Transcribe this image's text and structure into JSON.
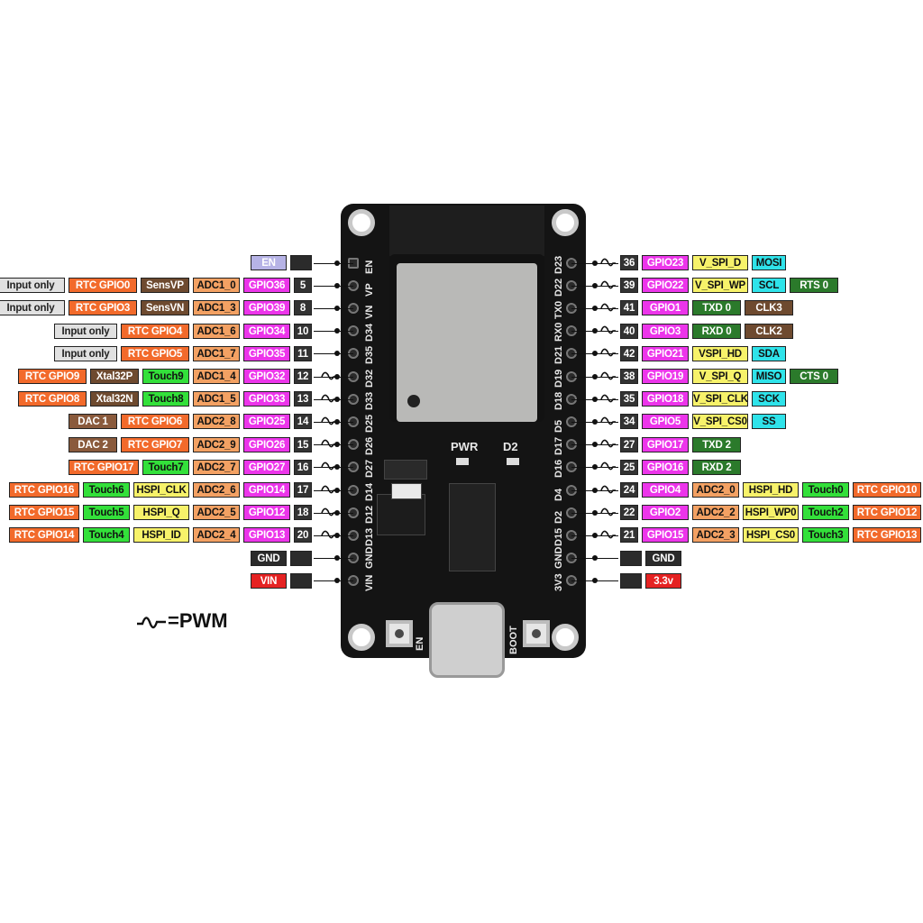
{
  "colors": {
    "gray": "#e1e1e1",
    "orange": "#f26a2b",
    "brown": "#6e4a2f",
    "dacbrown": "#8a5a3c",
    "adc": "#f3a163",
    "gpio": "#ec35ea",
    "num": "#333333",
    "green": "#33e03a",
    "darkgreen": "#2b7a2b",
    "yellow": "#f7f26a",
    "cyan": "#2fe3ea",
    "lav": "#b6b3e6",
    "red": "#e52222",
    "black": "#2b2b2b"
  },
  "legend": {
    "label": "=PWM"
  },
  "board": {
    "silk_left": [
      "EN",
      "VP",
      "VN",
      "D34",
      "D35",
      "D32",
      "D33",
      "D25",
      "D26",
      "D27",
      "D14",
      "D12",
      "D13",
      "GND",
      "VIN"
    ],
    "silk_right": [
      "D23",
      "D22",
      "TX0",
      "RX0",
      "D21",
      "D19",
      "D18",
      "D5",
      "D17",
      "D16",
      "D4",
      "D2",
      "D15",
      "GND",
      "3V3"
    ],
    "pwr": "PWR",
    "d2": "D2",
    "en_btn": "EN",
    "boot_btn": "BOOT"
  },
  "left_rows": [
    {
      "labels": [
        {
          "t": "EN",
          "c": "lav"
        },
        {
          "t": "",
          "c": "black"
        }
      ],
      "pwm": false
    },
    {
      "labels": [
        {
          "t": "Input only",
          "c": "gray"
        },
        {
          "t": "RTC GPIO0",
          "c": "orange"
        },
        {
          "t": "SensVP",
          "c": "brown"
        },
        {
          "t": "ADC1_0",
          "c": "adc"
        },
        {
          "t": "GPIO36",
          "c": "gpio"
        },
        {
          "t": "5",
          "c": "num"
        }
      ],
      "pwm": false
    },
    {
      "labels": [
        {
          "t": "Input only",
          "c": "gray"
        },
        {
          "t": "RTC GPIO3",
          "c": "orange"
        },
        {
          "t": "SensVN",
          "c": "brown"
        },
        {
          "t": "ADC1_3",
          "c": "adc"
        },
        {
          "t": "GPIO39",
          "c": "gpio"
        },
        {
          "t": "8",
          "c": "num"
        }
      ],
      "pwm": false
    },
    {
      "labels": [
        {
          "t": "Input only",
          "c": "gray"
        },
        {
          "t": "RTC GPIO4",
          "c": "orange"
        },
        {
          "t": "ADC1_6",
          "c": "adc"
        },
        {
          "t": "GPIO34",
          "c": "gpio"
        },
        {
          "t": "10",
          "c": "num"
        }
      ],
      "pwm": false
    },
    {
      "labels": [
        {
          "t": "Input only",
          "c": "gray"
        },
        {
          "t": "RTC GPIO5",
          "c": "orange"
        },
        {
          "t": "ADC1_7",
          "c": "adc"
        },
        {
          "t": "GPIO35",
          "c": "gpio"
        },
        {
          "t": "11",
          "c": "num"
        }
      ],
      "pwm": false
    },
    {
      "labels": [
        {
          "t": "RTC GPIO9",
          "c": "orange"
        },
        {
          "t": "Xtal32P",
          "c": "brown"
        },
        {
          "t": "Touch9",
          "c": "green"
        },
        {
          "t": "ADC1_4",
          "c": "adc"
        },
        {
          "t": "GPIO32",
          "c": "gpio"
        },
        {
          "t": "12",
          "c": "num"
        }
      ],
      "pwm": true
    },
    {
      "labels": [
        {
          "t": "RTC GPIO8",
          "c": "orange"
        },
        {
          "t": "Xtal32N",
          "c": "brown"
        },
        {
          "t": "Touch8",
          "c": "green"
        },
        {
          "t": "ADC1_5",
          "c": "adc"
        },
        {
          "t": "GPIO33",
          "c": "gpio"
        },
        {
          "t": "13",
          "c": "num"
        }
      ],
      "pwm": true
    },
    {
      "labels": [
        {
          "t": "DAC 1",
          "c": "dacbrown"
        },
        {
          "t": "RTC GPIO6",
          "c": "orange"
        },
        {
          "t": "ADC2_8",
          "c": "adc"
        },
        {
          "t": "GPIO25",
          "c": "gpio"
        },
        {
          "t": "14",
          "c": "num"
        }
      ],
      "pwm": true
    },
    {
      "labels": [
        {
          "t": "DAC 2",
          "c": "dacbrown"
        },
        {
          "t": "RTC GPIO7",
          "c": "orange"
        },
        {
          "t": "ADC2_9",
          "c": "adc"
        },
        {
          "t": "GPIO26",
          "c": "gpio"
        },
        {
          "t": "15",
          "c": "num"
        }
      ],
      "pwm": true
    },
    {
      "labels": [
        {
          "t": "RTC GPIO17",
          "c": "orange"
        },
        {
          "t": "Touch7",
          "c": "green"
        },
        {
          "t": "ADC2_7",
          "c": "adc"
        },
        {
          "t": "GPIO27",
          "c": "gpio"
        },
        {
          "t": "16",
          "c": "num"
        }
      ],
      "pwm": true
    },
    {
      "labels": [
        {
          "t": "RTC GPIO16",
          "c": "orange"
        },
        {
          "t": "Touch6",
          "c": "green"
        },
        {
          "t": "HSPI_CLK",
          "c": "yellow"
        },
        {
          "t": "ADC2_6",
          "c": "adc"
        },
        {
          "t": "GPIO14",
          "c": "gpio"
        },
        {
          "t": "17",
          "c": "num"
        }
      ],
      "pwm": true
    },
    {
      "labels": [
        {
          "t": "RTC GPIO15",
          "c": "orange"
        },
        {
          "t": "Touch5",
          "c": "green"
        },
        {
          "t": "HSPI_Q",
          "c": "yellow"
        },
        {
          "t": "ADC2_5",
          "c": "adc"
        },
        {
          "t": "GPIO12",
          "c": "gpio"
        },
        {
          "t": "18",
          "c": "num"
        }
      ],
      "pwm": true
    },
    {
      "labels": [
        {
          "t": "RTC GPIO14",
          "c": "orange"
        },
        {
          "t": "Touch4",
          "c": "green"
        },
        {
          "t": "HSPI_ID",
          "c": "yellow"
        },
        {
          "t": "ADC2_4",
          "c": "adc"
        },
        {
          "t": "GPIO13",
          "c": "gpio"
        },
        {
          "t": "20",
          "c": "num"
        }
      ],
      "pwm": true
    },
    {
      "labels": [
        {
          "t": "GND",
          "c": "black"
        },
        {
          "t": "",
          "c": "black"
        }
      ],
      "pwm": false
    },
    {
      "labels": [
        {
          "t": "VIN",
          "c": "red"
        },
        {
          "t": "",
          "c": "black"
        }
      ],
      "pwm": false
    }
  ],
  "right_rows": [
    {
      "labels": [
        {
          "t": "36",
          "c": "num"
        },
        {
          "t": "GPIO23",
          "c": "gpio"
        },
        {
          "t": "V_SPI_D",
          "c": "yellow"
        },
        {
          "t": "MOSI",
          "c": "cyan"
        }
      ],
      "pwm": true
    },
    {
      "labels": [
        {
          "t": "39",
          "c": "num"
        },
        {
          "t": "GPIO22",
          "c": "gpio"
        },
        {
          "t": "V_SPI_WP",
          "c": "yellow"
        },
        {
          "t": "SCL",
          "c": "cyan"
        },
        {
          "t": "RTS 0",
          "c": "darkgreen"
        }
      ],
      "pwm": true
    },
    {
      "labels": [
        {
          "t": "41",
          "c": "num"
        },
        {
          "t": "GPIO1",
          "c": "gpio"
        },
        {
          "t": "TXD 0",
          "c": "darkgreen"
        },
        {
          "t": "CLK3",
          "c": "brown"
        }
      ],
      "pwm": true
    },
    {
      "labels": [
        {
          "t": "40",
          "c": "num"
        },
        {
          "t": "GPIO3",
          "c": "gpio"
        },
        {
          "t": "RXD 0",
          "c": "darkgreen"
        },
        {
          "t": "CLK2",
          "c": "brown"
        }
      ],
      "pwm": true
    },
    {
      "labels": [
        {
          "t": "42",
          "c": "num"
        },
        {
          "t": "GPIO21",
          "c": "gpio"
        },
        {
          "t": "VSPI_HD",
          "c": "yellow"
        },
        {
          "t": "SDA",
          "c": "cyan"
        }
      ],
      "pwm": true
    },
    {
      "labels": [
        {
          "t": "38",
          "c": "num"
        },
        {
          "t": "GPIO19",
          "c": "gpio"
        },
        {
          "t": "V_SPI_Q",
          "c": "yellow"
        },
        {
          "t": "MISO",
          "c": "cyan"
        },
        {
          "t": "CTS 0",
          "c": "darkgreen"
        }
      ],
      "pwm": true
    },
    {
      "labels": [
        {
          "t": "35",
          "c": "num"
        },
        {
          "t": "GPIO18",
          "c": "gpio"
        },
        {
          "t": "V_SPI_CLK",
          "c": "yellow"
        },
        {
          "t": "SCK",
          "c": "cyan"
        }
      ],
      "pwm": true
    },
    {
      "labels": [
        {
          "t": "34",
          "c": "num"
        },
        {
          "t": "GPIO5",
          "c": "gpio"
        },
        {
          "t": "V_SPI_CS0",
          "c": "yellow"
        },
        {
          "t": "SS",
          "c": "cyan"
        }
      ],
      "pwm": true
    },
    {
      "labels": [
        {
          "t": "27",
          "c": "num"
        },
        {
          "t": "GPIO17",
          "c": "gpio"
        },
        {
          "t": "TXD 2",
          "c": "darkgreen"
        }
      ],
      "pwm": true
    },
    {
      "labels": [
        {
          "t": "25",
          "c": "num"
        },
        {
          "t": "GPIO16",
          "c": "gpio"
        },
        {
          "t": "RXD 2",
          "c": "darkgreen"
        }
      ],
      "pwm": true
    },
    {
      "labels": [
        {
          "t": "24",
          "c": "num"
        },
        {
          "t": "GPIO4",
          "c": "gpio"
        },
        {
          "t": "ADC2_0",
          "c": "adc"
        },
        {
          "t": "HSPI_HD",
          "c": "yellow"
        },
        {
          "t": "Touch0",
          "c": "green"
        },
        {
          "t": "RTC GPIO10",
          "c": "orange"
        }
      ],
      "pwm": true
    },
    {
      "labels": [
        {
          "t": "22",
          "c": "num"
        },
        {
          "t": "GPIO2",
          "c": "gpio"
        },
        {
          "t": "ADC2_2",
          "c": "adc"
        },
        {
          "t": "HSPI_WP0",
          "c": "yellow"
        },
        {
          "t": "Touch2",
          "c": "green"
        },
        {
          "t": "RTC GPIO12",
          "c": "orange"
        }
      ],
      "pwm": true
    },
    {
      "labels": [
        {
          "t": "21",
          "c": "num"
        },
        {
          "t": "GPIO15",
          "c": "gpio"
        },
        {
          "t": "ADC2_3",
          "c": "adc"
        },
        {
          "t": "HSPI_CS0",
          "c": "yellow"
        },
        {
          "t": "Touch3",
          "c": "green"
        },
        {
          "t": "RTC GPIO13",
          "c": "orange"
        }
      ],
      "pwm": true
    },
    {
      "labels": [
        {
          "t": "",
          "c": "black"
        },
        {
          "t": "GND",
          "c": "black"
        }
      ],
      "pwm": false
    },
    {
      "labels": [
        {
          "t": "",
          "c": "black"
        },
        {
          "t": "3.3v",
          "c": "red"
        }
      ],
      "pwm": false
    }
  ]
}
